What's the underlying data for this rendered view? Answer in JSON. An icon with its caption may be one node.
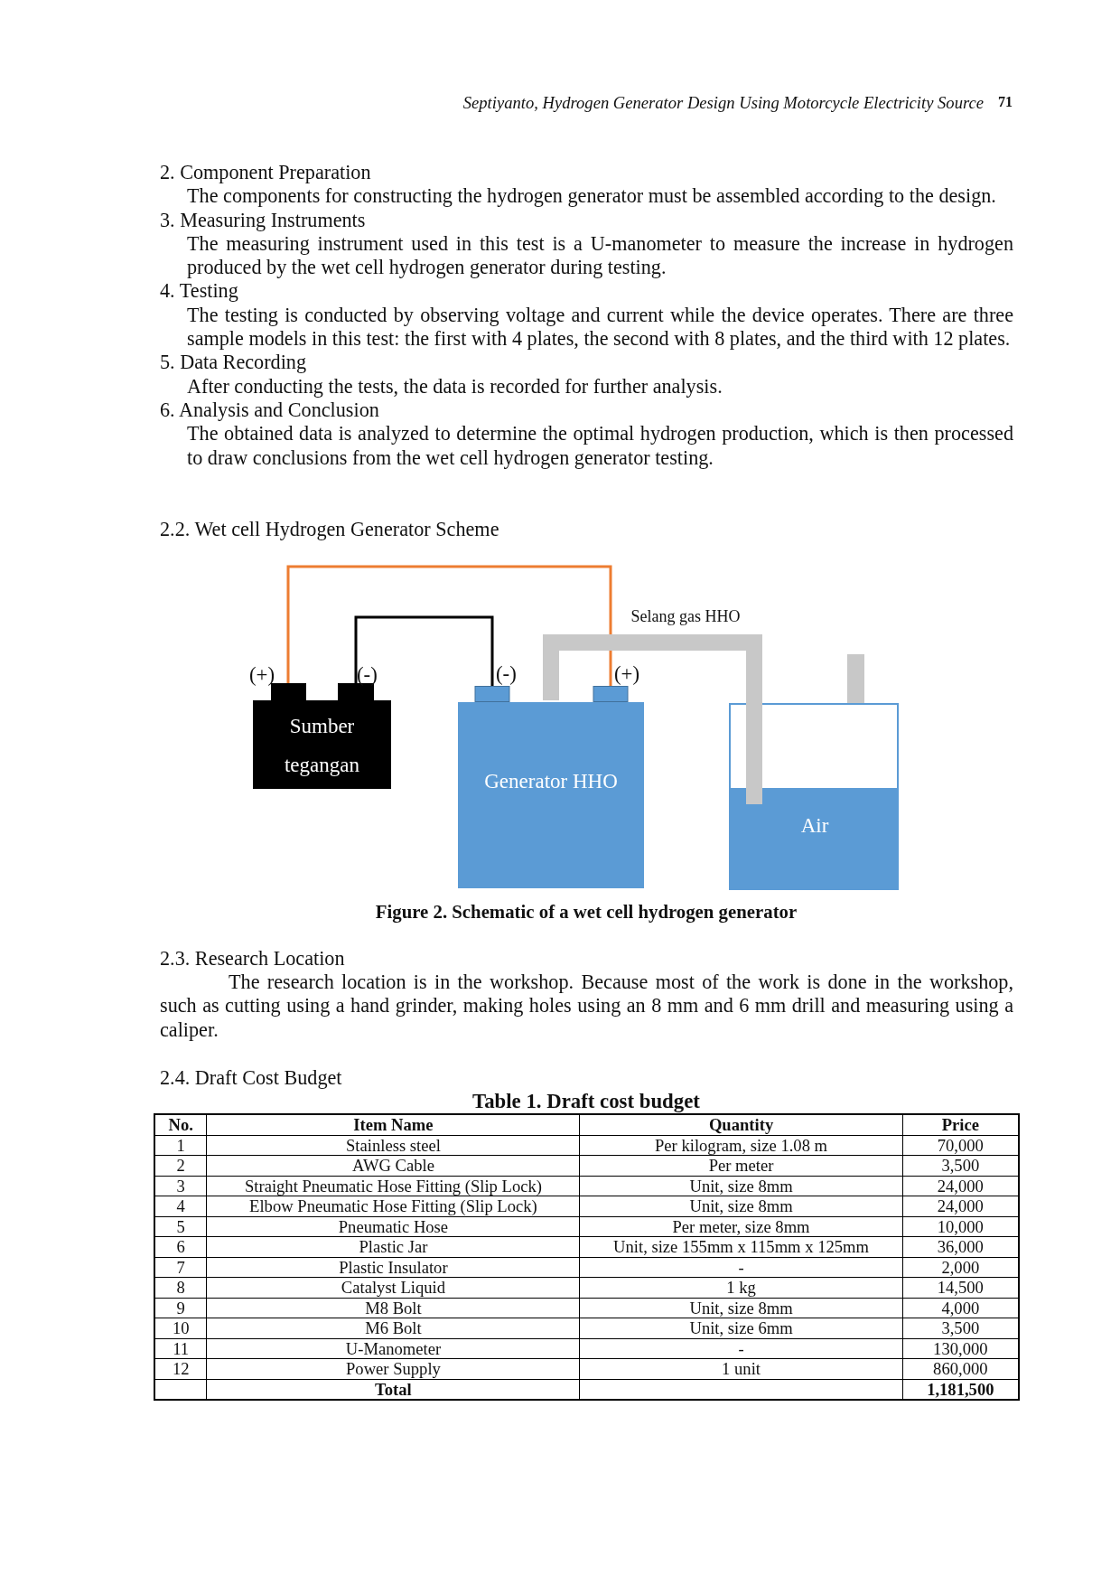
{
  "diagram": {
    "title": "2.2. Wet cell Hydrogen Generator Scheme",
    "caption": "Figure 2. Schematic of a wet cell hydrogen generator",
    "nodes": [
      {
        "text": [
          "Sumber tegangan"
        ]
      },
      {
        "text": [
          "Generator HHO"
        ]
      },
      {
        "text": [
          "Air"
        ]
      }
    ],
    "edges": [
      {
        "from": 0,
        "to": 1,
        "arrow": "none",
        "color": "#ed7d31"
      },
      {
        "from": 0,
        "to": 1,
        "arrow": "none",
        "color": "#000000"
      },
      {
        "from": 1,
        "to": 2,
        "arrow": "none",
        "label": "Selang gas HHO",
        "style": "thick",
        "color": "#c8c8c8"
      }
    ],
    "labels": [
      "Septiyanto, Hydrogen Generator Design Using Motorcycle Electricity Source",
      "71",
      "2. Component Preparation",
      "The components for constructing the hydrogen generator must be assembled according to the design.",
      "3. Measuring Instruments",
      "The measuring instrument used in this test is a U-manometer to measure the increase in hydrogen produced by the wet cell hydrogen generator during testing.",
      "4. Testing",
      "The testing is conducted by observing voltage and current while the device operates. There are three sample models in this test: the first with 4 plates, the second with 8 plates, and the third with 12 plates.",
      "5. Data Recording",
      "After conducting the tests, the data is recorded for further analysis.",
      "6. Analysis and Conclusion",
      "The obtained data is analyzed to determine the optimal hydrogen production, which is then processed to draw conclusions from the wet cell hydrogen generator testing.",
      "(+)",
      "(-)",
      "(-)",
      "(+)",
      "2.3. Research Location",
      "The research location is in the workshop. Because most of the work is done in the workshop, such as cutting using a hand grinder, making holes using an 8 mm and 6 mm drill and measuring using a caliper.",
      "2.4. Draft Cost Budget",
      "Table 1. Draft cost budget",
      "No.",
      "Item Name",
      "Quantity",
      "Price",
      "1",
      "Stainless steel",
      "Per kilogram, size 1.08 m",
      "70,000",
      "2",
      "AWG Cable",
      "Per meter",
      "3,500",
      "3",
      "Straight Pneumatic Hose Fitting (Slip Lock)",
      "Unit, size 8mm",
      "24,000",
      "4",
      "Elbow Pneumatic Hose Fitting (Slip Lock)",
      "Unit, size 8mm",
      "24,000",
      "5",
      "Pneumatic Hose",
      "Per meter, size 8mm",
      "10,000",
      "6",
      "Plastic Jar",
      "Unit, size 155mm x 115mm x 125mm",
      "36,000",
      "7",
      "Plastic Insulator",
      "-",
      "2,000",
      "8",
      "Catalyst Liquid",
      "1 kg",
      "14,500",
      "9",
      "M8 Bolt",
      "Unit, size 8mm",
      "4,000",
      "10",
      "M6 Bolt",
      "Unit, size 6mm",
      "3,500",
      "11",
      "U-Manometer",
      "-",
      "130,000",
      "12",
      "Power Supply",
      "1 unit",
      "860,000",
      "Total",
      "1,181,500"
    ]
  }
}
